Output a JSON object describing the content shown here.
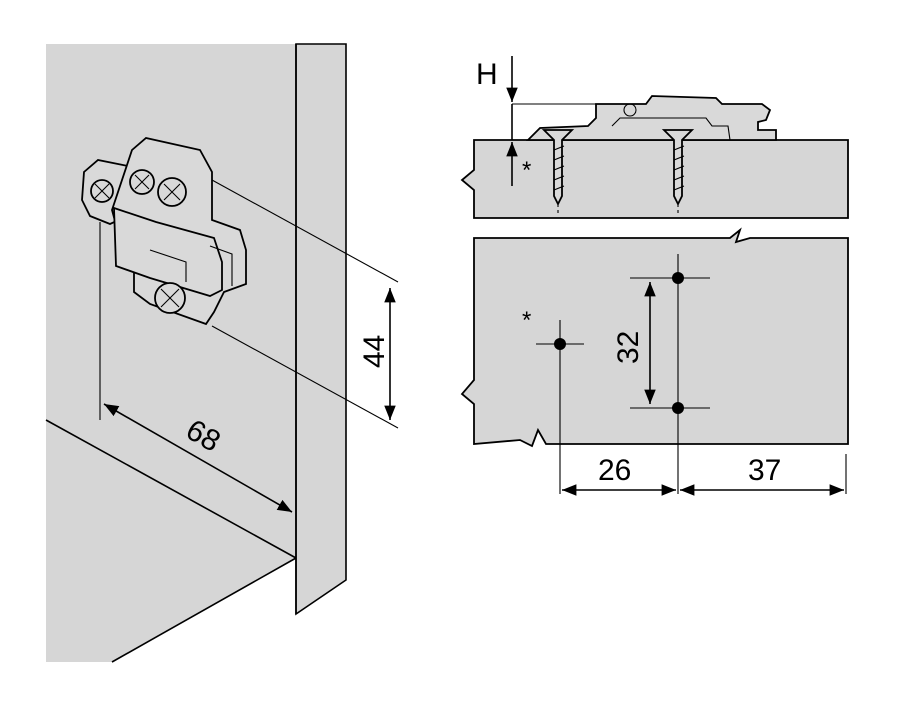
{
  "dimensions": {
    "horizontal_offset": "68",
    "vertical_spacing_left": "44",
    "hole_spacing": "32",
    "offset_to_holes": "26",
    "edge_distance": "37",
    "height_label": "H",
    "note_marker": "*"
  },
  "colors": {
    "panel": "#d6d6d6",
    "panel_dark": "#c8c8c8",
    "line": "#000000",
    "background": "#ffffff"
  }
}
